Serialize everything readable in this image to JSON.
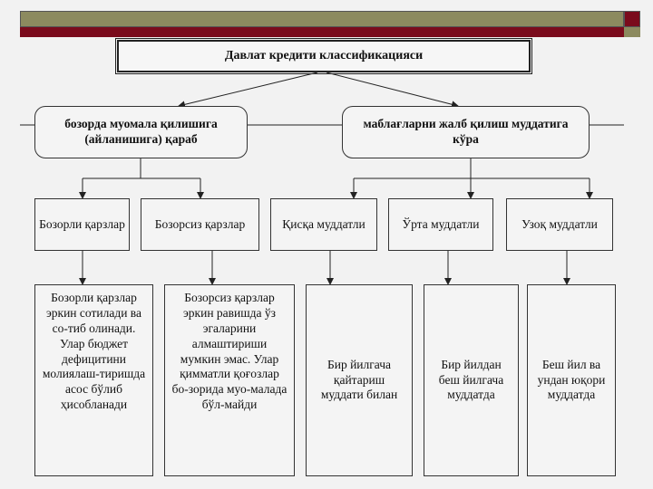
{
  "diagram": {
    "title": "Давлат кредити классификацияси",
    "categories": [
      {
        "id": "left",
        "label": "бозорда муомала қилишига (айланишига) қараб"
      },
      {
        "id": "right",
        "label": "маблағларни жалб қилиш муддатига кўра"
      }
    ],
    "types": [
      {
        "label": "Бозорли қарзлар"
      },
      {
        "label": "Бозорсиз қарзлар"
      },
      {
        "label": "Қисқа муддатли"
      },
      {
        "label": "Ўрта муддатли"
      },
      {
        "label": "Узоқ муддатли"
      }
    ],
    "descriptions": [
      {
        "text": "Бозорли қарзлар эркин сотилади ва со-тиб олинади. Улар бюджет дефицитини молиялаш-тиришда асос бўлиб ҳисобланади"
      },
      {
        "text": "Бозорсиз қарзлар эркин равишда ўз эгаларини алмаштириши мумкин эмас. Улар қимматли қоғозлар бо-зорида муо-малада бўл-майди"
      },
      {
        "text": "Бир йилгача қайтариш муддати билан"
      },
      {
        "text": "Бир  йилдан беш йилгача муддатда"
      },
      {
        "text": "Беш йил ва ундан юқори муддатда"
      }
    ],
    "colors": {
      "band_olive": "#8c8a5f",
      "band_red": "#7a0b1c",
      "background": "#f2f2f2",
      "border": "#333333"
    }
  }
}
